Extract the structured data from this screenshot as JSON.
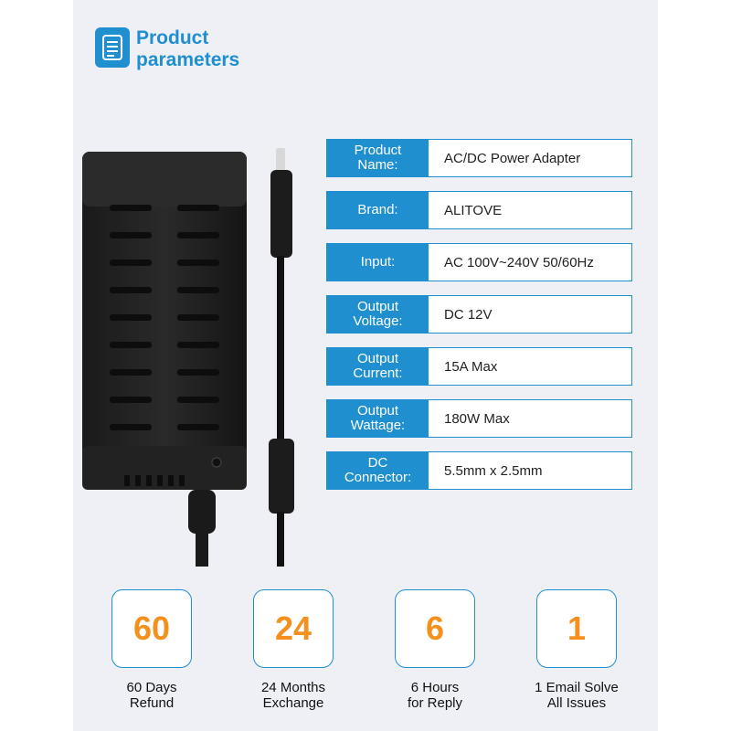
{
  "header": {
    "icon": "document-icon",
    "title_line1": "Product",
    "title_line2": "parameters"
  },
  "colors": {
    "accent": "#1f8fd0",
    "number": "#f5901e",
    "panel_bg": "#eef0f5"
  },
  "specs": [
    {
      "label": "Product\nName:",
      "value": "AC/DC Power Adapter"
    },
    {
      "label": "Brand:",
      "value": "ALITOVE"
    },
    {
      "label": "Input:",
      "value": "AC 100V~240V 50/60Hz"
    },
    {
      "label": "Output\nVoltage:",
      "value": "DC 12V"
    },
    {
      "label": "Output\nCurrent:",
      "value": "15A Max"
    },
    {
      "label": "Output\nWattage:",
      "value": "180W Max"
    },
    {
      "label": "DC\nConnector:",
      "value": "5.5mm x 2.5mm"
    }
  ],
  "badges": [
    {
      "number": "60",
      "caption": "60 Days\nRefund"
    },
    {
      "number": "24",
      "caption": "24 Months\nExchange"
    },
    {
      "number": "6",
      "caption": "6  Hours\nfor Reply"
    },
    {
      "number": "1",
      "caption": "1 Email Solve\nAll Issues"
    }
  ]
}
